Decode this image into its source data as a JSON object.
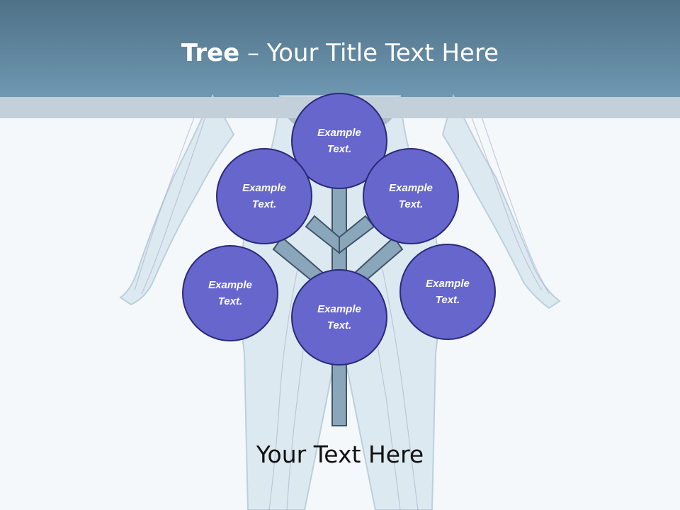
{
  "slide": {
    "title_bold": "Tree",
    "title_rest": " – Your Title Text Here",
    "caption": "Your Text Here"
  },
  "nodes": [
    {
      "id": "top",
      "label": "Example Text."
    },
    {
      "id": "upper-left",
      "label": "Example Text."
    },
    {
      "id": "upper-right",
      "label": "Example Text."
    },
    {
      "id": "lower-left",
      "label": "Example Text."
    },
    {
      "id": "lower-right",
      "label": "Example Text."
    },
    {
      "id": "center",
      "label": "Example Text."
    }
  ],
  "colors": {
    "header": "#5e8aa6",
    "node_fill": "#6666cc",
    "node_border": "#2a2a7a",
    "trunk": "#8aa6bb"
  }
}
